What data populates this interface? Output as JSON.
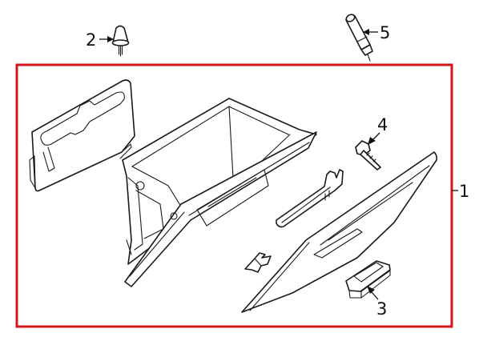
{
  "colors": {
    "assembly_border": "#d6141c",
    "line": "#1a1a1a",
    "background": "#ffffff"
  },
  "callouts": [
    {
      "id": "assembly",
      "label": "1"
    },
    {
      "id": "bumper-stop",
      "label": "2"
    },
    {
      "id": "latch",
      "label": "3"
    },
    {
      "id": "bolt",
      "label": "4"
    },
    {
      "id": "damper",
      "label": "5"
    }
  ]
}
